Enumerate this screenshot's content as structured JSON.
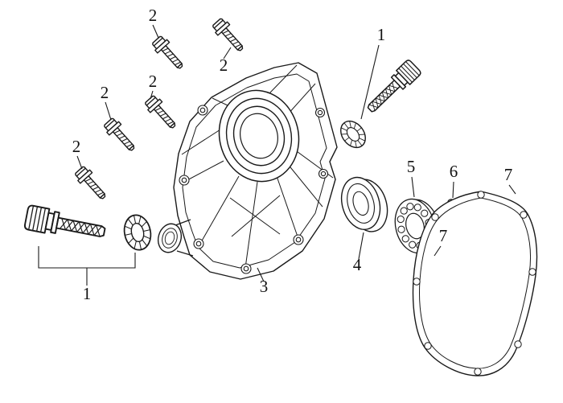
{
  "figure": {
    "kind": "exploded-parts-diagram",
    "background_color": "#ffffff",
    "line_color": "#1a1a1a",
    "callout_color": "#111111",
    "callouts": {
      "one_top": "1",
      "one_bottom": "1",
      "two_a": "2",
      "two_b": "2",
      "two_c": "2",
      "two_d": "2",
      "two_e": "2",
      "three": "3",
      "four": "4",
      "five": "5",
      "six": "6",
      "seven_gasket": "7",
      "seven_pin": "7"
    }
  }
}
